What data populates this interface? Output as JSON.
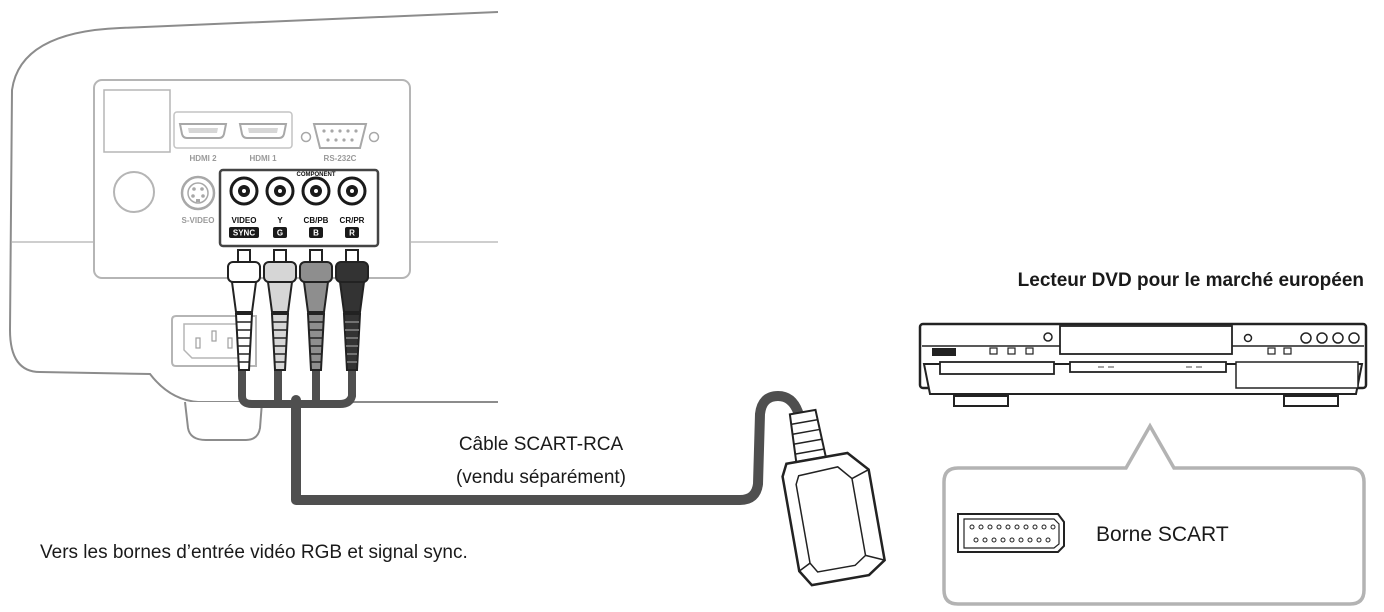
{
  "projector_panel": {
    "hdmi2": "HDMI 2",
    "hdmi1": "HDMI 1",
    "rs232c": "RS-232C",
    "svideo": "S-VIDEO",
    "component": "COMPONENT",
    "jacks": [
      {
        "top": "VIDEO",
        "tag": "SYNC"
      },
      {
        "top": "Y",
        "tag": "G"
      },
      {
        "top": "CB/PB",
        "tag": "B"
      },
      {
        "top": "CR/PR",
        "tag": "R"
      }
    ]
  },
  "dvd_title": "Lecteur DVD pour le marché européen",
  "cable_label_line1": "Câble SCART-RCA",
  "cable_label_line2": "(vendu séparément)",
  "scart_terminal_label": "Borne SCART",
  "rgb_caption": "Vers les bornes d’entrée vidéo RGB et signal sync."
}
